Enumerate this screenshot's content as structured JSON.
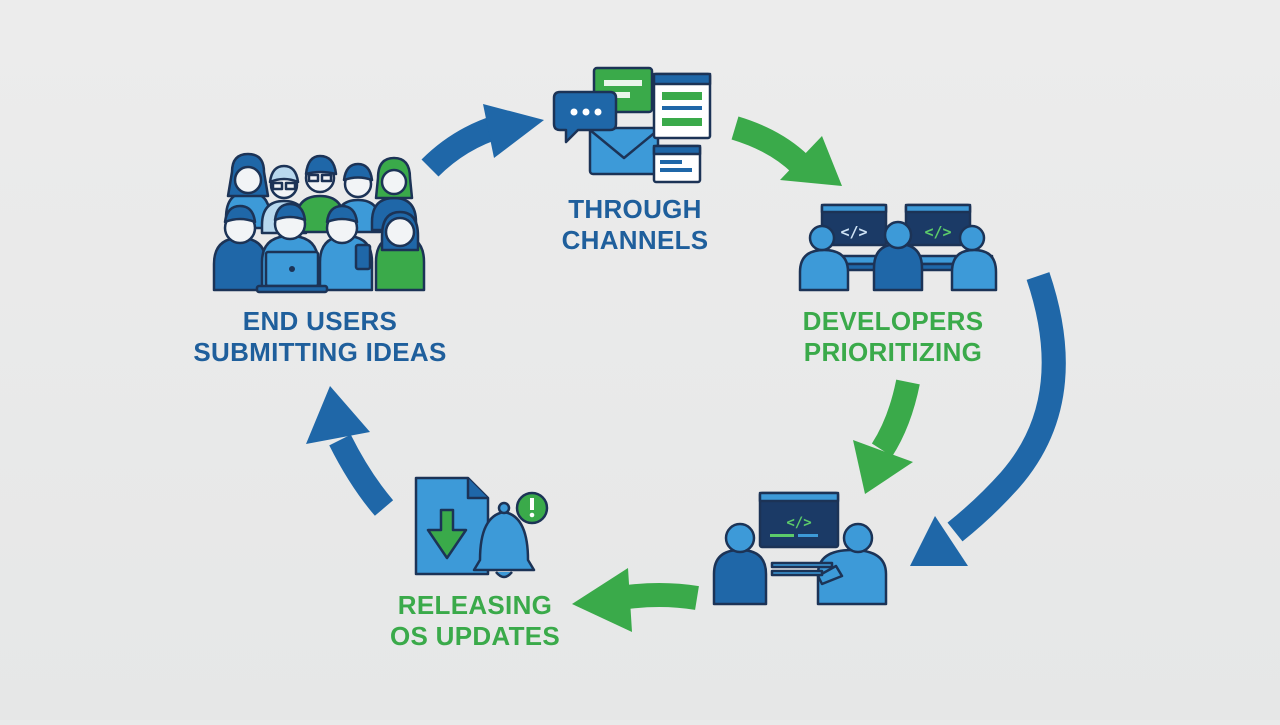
{
  "colors": {
    "background": "#e9eaea",
    "blue": "#1f67a8",
    "blue_light": "#3d9ad8",
    "navy": "#1b3a66",
    "green": "#3aaa4a",
    "green_dark": "#2e8f3c",
    "outline": "#1c3356"
  },
  "stages": [
    {
      "id": "end-users",
      "line1": "END USERS",
      "line2": "SUBMITTING IDEAS",
      "color": "#1f5f9c",
      "icon": "user-group-icon"
    },
    {
      "id": "channels",
      "line1": "THROUGH",
      "line2": "CHANNELS",
      "color": "#1f5f9c",
      "icon": "communication-channels-icon"
    },
    {
      "id": "developers",
      "line1": "DEVELOPERS",
      "line2": "PRIORITIZING",
      "color": "#3aaa4a",
      "icon": "developers-team-icon"
    },
    {
      "id": "dev-review",
      "line1": "",
      "line2": "",
      "color": "#1f5f9c",
      "icon": "developer-pair-icon"
    },
    {
      "id": "releasing",
      "line1": "RELEASING",
      "line2": "OS UPDATES",
      "color": "#3aaa4a",
      "icon": "update-download-icon"
    }
  ],
  "arrows": [
    {
      "name": "arrow-users-to-channels",
      "color": "blue"
    },
    {
      "name": "arrow-channels-to-developers",
      "color": "green"
    },
    {
      "name": "arrow-developers-to-review",
      "color": "green"
    },
    {
      "name": "arrow-outer-to-review",
      "color": "blue"
    },
    {
      "name": "arrow-review-to-releasing",
      "color": "green"
    },
    {
      "name": "arrow-releasing-to-users",
      "color": "blue"
    }
  ]
}
